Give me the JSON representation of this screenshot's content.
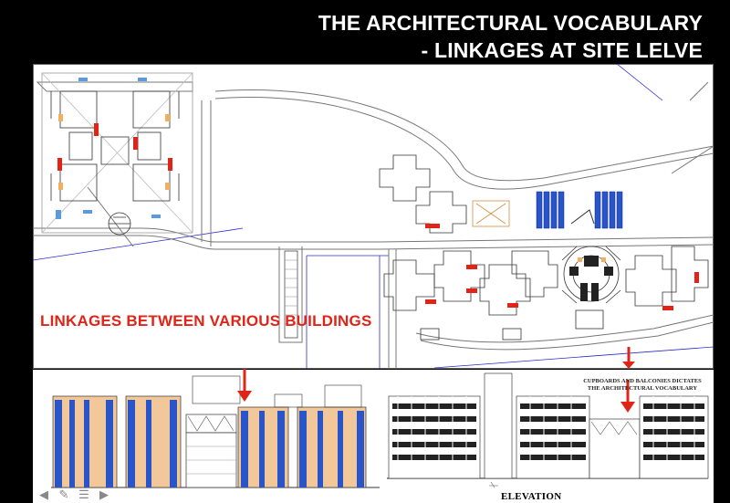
{
  "slide": {
    "title_line1": "THE ARCHITECTURAL VOCABULARY",
    "title_line2": "- LINKAGES AT SITE LELVE",
    "linkage_label": "LINKAGES BETWEEN VARIOUS BUILDINGS",
    "elevation_caption": "ELEVATION",
    "cupboard_note_line1": "CUPBOARDS AND BALCONIES DICTATES",
    "cupboard_note_line2": "THE ARCHITECTURAL VOCABULARY"
  },
  "icons": [
    "arrow-left-icon",
    "pencil-icon",
    "menu-icon",
    "arrow-right-icon"
  ],
  "colors": {
    "title_text": "#ffffff",
    "background": "#000000",
    "linkage_red": "#e02418",
    "facade_blue": "#2a55c8",
    "facade_tan": "#f2c89a"
  }
}
